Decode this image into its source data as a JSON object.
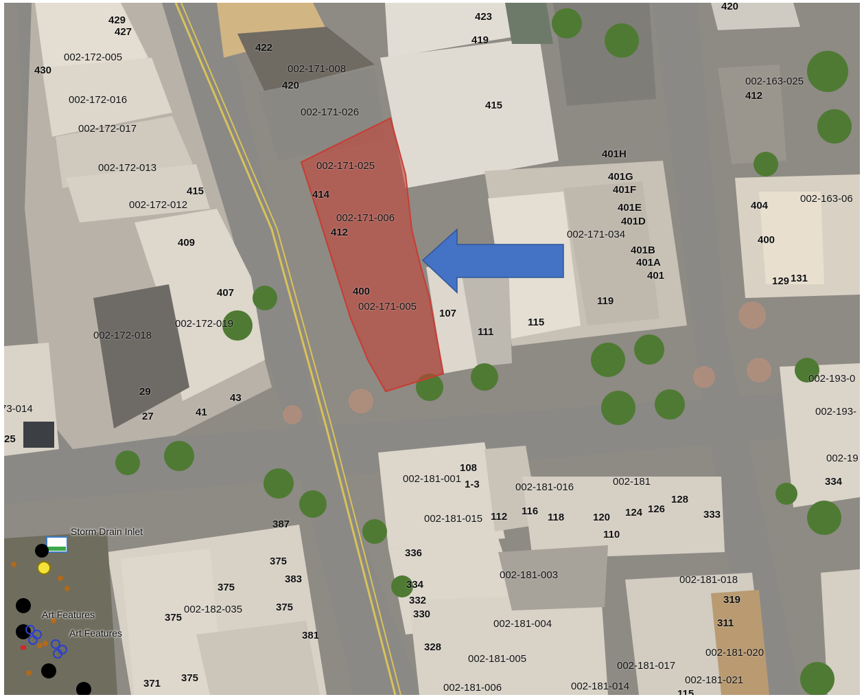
{
  "map": {
    "highlight_color": "#c83c32",
    "arrow_color": "#4472c4",
    "apn_labels": [
      "002-172-005",
      "002-172-016",
      "002-172-017",
      "002-172-013",
      "002-172-012",
      "002-172-019",
      "002-172-018",
      "73-014",
      "002-171-008",
      "002-171-026",
      "002-171-025",
      "002-171-006",
      "002-171-005",
      "002-171-034",
      "002-163-025",
      "002-163-06",
      "002-193-0",
      "002-193-",
      "002-19",
      "002-181-001",
      "002-181-016",
      "002-181-015",
      "002-181",
      "002-181-003",
      "002-181-018",
      "002-181-004",
      "002-181-005",
      "002-181-006",
      "002-181-014",
      "002-181-017",
      "002-181-020",
      "002-181-021",
      "002-182-035"
    ],
    "address_labels": [
      "429",
      "427",
      "430",
      "422",
      "420",
      "423",
      "419",
      "420",
      "415",
      "415",
      "414",
      "412",
      "409",
      "407",
      "400",
      "107",
      "111",
      "115",
      "119",
      "401G",
      "401F",
      "401E",
      "401D",
      "401B",
      "401A",
      "401",
      "412",
      "404",
      "400",
      "129",
      "131",
      "29",
      "27",
      "41",
      "43",
      "25",
      "108",
      "1-3",
      "112",
      "116",
      "118",
      "120",
      "124",
      "126",
      "128",
      "333",
      "334",
      "110",
      "336",
      "334",
      "332",
      "330",
      "328",
      "311",
      "319",
      "115",
      "375",
      "383",
      "375",
      "375",
      "375",
      "381",
      "371",
      "375",
      "387",
      "401H"
    ],
    "legend": {
      "storm_drain_label": "Storm Drain Inlet",
      "art_features_label_1": "Art Features",
      "art_features_label_2": "Art Features",
      "storm_drain_icon": "storm-drain-icon",
      "art_feature_icon": "art-feature-icon"
    }
  }
}
